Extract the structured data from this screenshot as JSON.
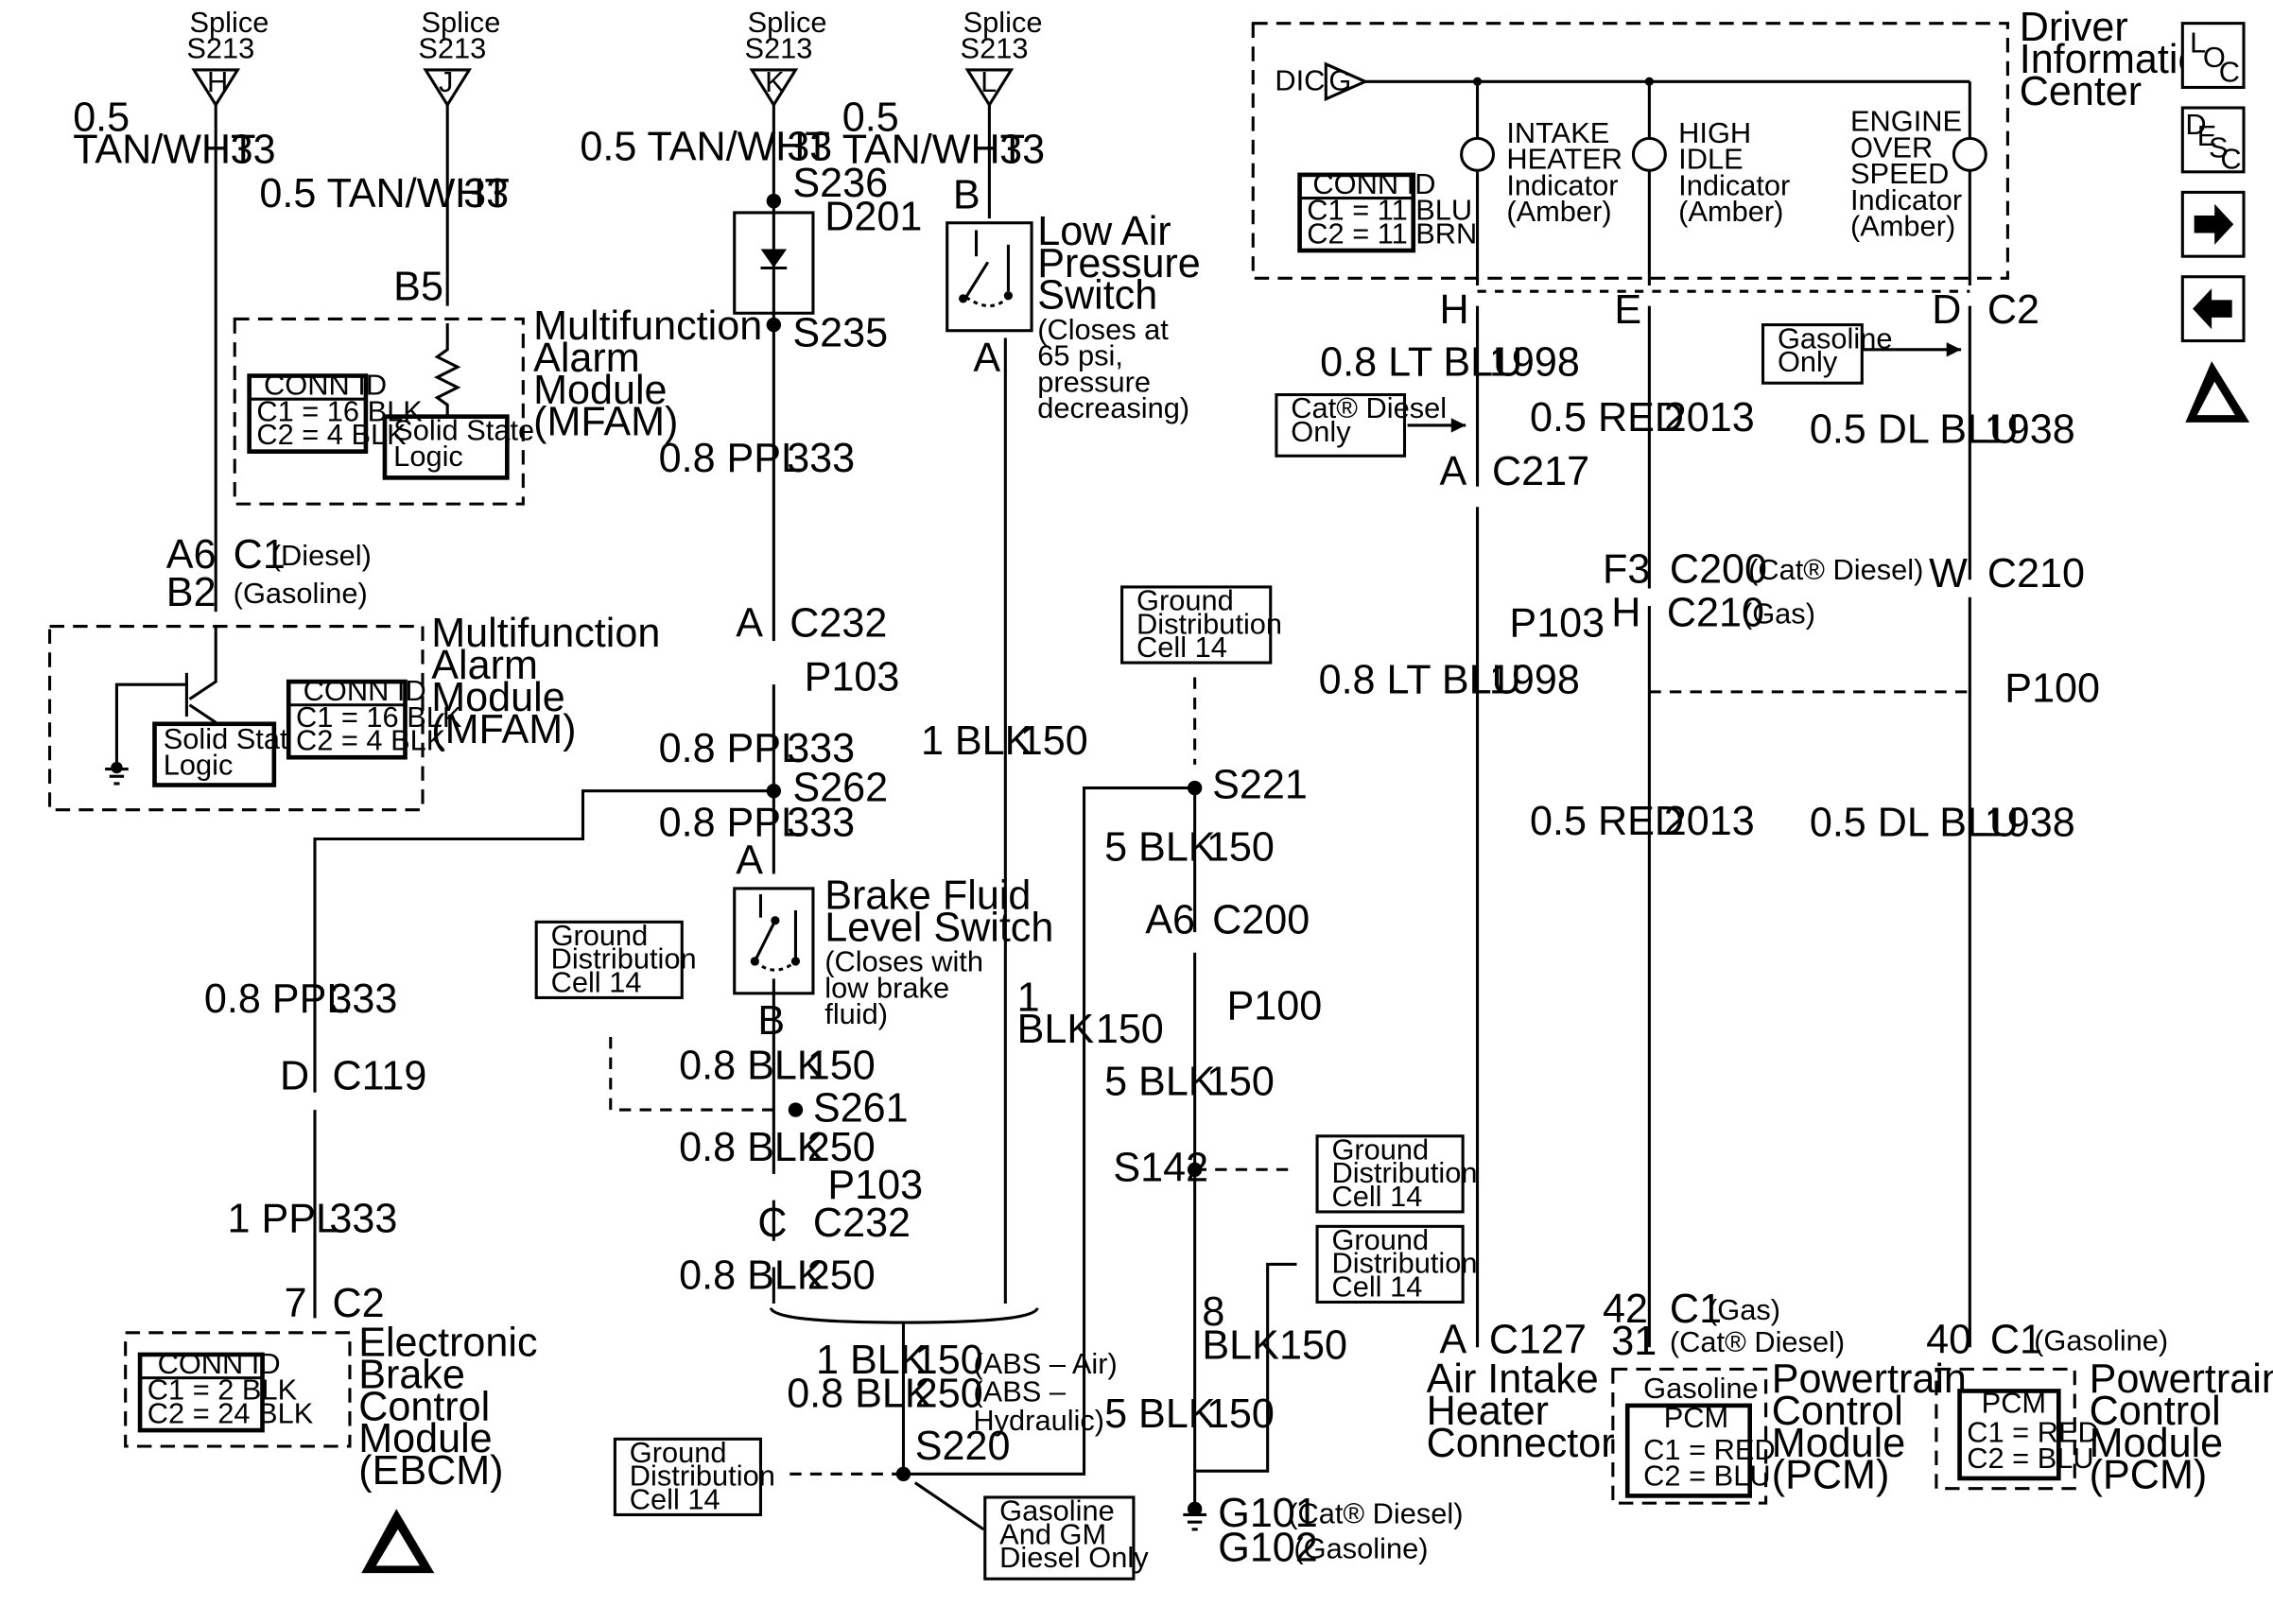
{
  "splices": [
    {
      "letter": "H",
      "label": "Splice",
      "id": "S213"
    },
    {
      "letter": "J",
      "label": "Splice",
      "id": "S213"
    },
    {
      "letter": "K",
      "label": "Splice",
      "id": "S213"
    },
    {
      "letter": "L",
      "label": "Splice",
      "id": "S213"
    }
  ],
  "wires": {
    "w1a": "0.5",
    "w1b": "TAN/WHT",
    "w1c": "33",
    "w2a": "0.5 TAN/WHT",
    "w2b": "33",
    "w3a": "0.5 TAN/WHT",
    "w3b": "33",
    "w4a": "0.5",
    "w4b": "TAN/WHT",
    "w4c": "33",
    "ppl1a": "0.8 PPL",
    "ppl1b": "333",
    "ppl2a": "0.8 PPL",
    "ppl2b": "333",
    "ppl3a": "0.8 PPL",
    "ppl3b": "333",
    "ppl4a": "0.8 PPL",
    "ppl4b": "333",
    "ppl5a": "1 PPL",
    "ppl5b": "333",
    "blk1a": "0.8 BLK",
    "blk1b": "150",
    "blk2a": "0.8 BLK",
    "blk2b": "250",
    "blk3a": "0.8 BLK",
    "blk3b": "250",
    "blk4a": "1 BLK",
    "blk4b": "150",
    "blk5a": "1",
    "blk5b": "BLK",
    "blk5c": "150",
    "s220a": "1 BLK",
    "s220b": "150",
    "s220c": "(ABS – Air)",
    "s220d": "0.8 BLK",
    "s220e": "250",
    "s220f": "(ABS –",
    "s220g": "Hydraulic)",
    "blk6a": "5 BLK",
    "blk6b": "150",
    "blk7a": "5 BLK",
    "blk7b": "150",
    "blk8a": "8",
    "blk8b": "BLK",
    "blk8c": "150",
    "blk9a": "5 BLK",
    "blk9b": "150",
    "lt1a": "0.8 LT BLU",
    "lt1b": "1998",
    "lt2a": "0.8 LT BLU",
    "lt2b": "1998",
    "red1a": "0.5 RED",
    "red1b": "2013",
    "red2a": "0.5 RED",
    "red2b": "2013",
    "dl1a": "0.5 DL BLU",
    "dl1b": "1938",
    "dl2a": "0.5 DL BLU",
    "dl2b": "1938"
  },
  "pins": {
    "b5": "B5",
    "a6": "A6",
    "c1": "C1",
    "c1note": "(Diesel)",
    "b2": "B2",
    "b2note": "(Gasoline)",
    "s236": "S236",
    "d201": "D201",
    "s235": "S235",
    "a232": "A",
    "c232": "C232",
    "p103a": "P103",
    "s262": "S262",
    "aBrake": "A",
    "bBrake": "B",
    "s261": "S261",
    "p103b": "P103",
    "c232b": "C",
    "c232c": "C232",
    "d119": "D",
    "c119": "C119",
    "seven": "7",
    "c2": "C2",
    "bLow": "B",
    "aLow": "A",
    "s221": "S221",
    "a6c": "A6",
    "c200": "C200",
    "p100a": "P100",
    "s142": "S142",
    "s220": "S220",
    "g101": "G101",
    "g101note": "(Cat® Diesel)",
    "g102": "G102",
    "g102note": "(Gasoline)",
    "dic": "DIC",
    "g": "G",
    "h": "H",
    "e": "E",
    "d": "D",
    "c2r": "C2",
    "a217": "A",
    "c217": "C217",
    "p103c": "P103",
    "f3": "F3",
    "c200b": "C200",
    "c200note": "(Cat® Diesel)",
    "hC210": "H",
    "c210": "C210",
    "c210note": "(Gas)",
    "w": "W",
    "c210b": "C210",
    "p100b": "P100",
    "a127": "A",
    "c127": "C127",
    "p42": "42",
    "p31": "31",
    "c1pcm": "C1",
    "c1gas": "(Gas)",
    "c1diesel": "(Cat® Diesel)",
    "p40": "40",
    "c1b": "C1",
    "c1gasoline": "(Gasoline)"
  },
  "components": {
    "mfam1": {
      "name": [
        "Multifunction",
        "Alarm",
        "Module",
        "(MFAM)"
      ],
      "logic": [
        "Solid State",
        "Logic"
      ],
      "conn": {
        "title": "CONN ID",
        "c1": "C1 = 16 BLK",
        "c2": "C2 = 4 BLK"
      }
    },
    "mfam2": {
      "name": [
        "Multifunction",
        "Alarm",
        "Module",
        "(MFAM)"
      ],
      "logic": [
        "Solid State",
        "Logic"
      ],
      "conn": {
        "title": "CONN ID",
        "c1": "C1 = 16 BLK",
        "c2": "C2 = 4 BLK"
      }
    },
    "ebcm": {
      "name": [
        "Electronic",
        "Brake",
        "Control",
        "Module",
        "(EBCM)"
      ],
      "conn": {
        "title": "CONN ID",
        "c1": "C1 = 2 BLK",
        "c2": "C2 = 24 BLK"
      }
    },
    "lowAir": {
      "name": [
        "Low Air",
        "Pressure",
        "Switch"
      ],
      "note": [
        "(Closes at",
        "65 psi,",
        "pressure",
        "decreasing)"
      ]
    },
    "brake": {
      "name": [
        "Brake Fluid",
        "Level Switch"
      ],
      "note": [
        "(Closes with",
        "low brake",
        "fluid)"
      ]
    },
    "dic": {
      "name": [
        "Driver",
        "Information",
        "Center"
      ],
      "conn": {
        "title": "CONN ID",
        "c1": "C1 = 11 BLU",
        "c2": "C2 = 11 BRN"
      },
      "indicators": [
        {
          "lines": [
            "INTAKE",
            "HEATER",
            "Indicator",
            "(Amber)"
          ]
        },
        {
          "lines": [
            "HIGH",
            "IDLE",
            "Indicator",
            "(Amber)"
          ]
        },
        {
          "lines": [
            "ENGINE",
            "OVER",
            "SPEED",
            "Indicator",
            "(Amber)"
          ]
        }
      ]
    },
    "airIntake": {
      "name": [
        "Air Intake",
        "Heater",
        "Connector"
      ]
    },
    "pcm1": {
      "name": [
        "Powertrain",
        "Control",
        "Module",
        "(PCM)"
      ],
      "top": "Gasoline",
      "title": "PCM",
      "c1": "C1 = RED",
      "c2": "C2 = BLU"
    },
    "pcm2": {
      "name": [
        "Powertrain",
        "Control",
        "Module",
        "(PCM)"
      ],
      "title": "PCM",
      "c1": "C1 = RED",
      "c2": "C2 = BLU"
    }
  },
  "notes": {
    "gd1": [
      "Ground",
      "Distribution",
      "Cell 14"
    ],
    "gd2": [
      "Ground",
      "Distribution",
      "Cell 14"
    ],
    "gd3": [
      "Ground",
      "Distribution",
      "Cell 14"
    ],
    "gd4": [
      "Ground",
      "Distribution",
      "Cell 14"
    ],
    "gd5": [
      "Ground",
      "Distribution",
      "Cell 14"
    ],
    "gasGm": [
      "Gasoline",
      "And GM",
      "Diesel Only"
    ],
    "catDiesel": [
      "Cat® Diesel",
      "Only"
    ],
    "gasOnly": [
      "Gasoline",
      "Only"
    ]
  },
  "side_buttons": {
    "loc": [
      "L",
      "O",
      "C"
    ],
    "desc": [
      "D",
      "E",
      "S",
      "C"
    ],
    "next_icon": "arrow-right-icon",
    "prev_icon": "arrow-left-icon",
    "esd_icon": "esd-warning-icon"
  }
}
